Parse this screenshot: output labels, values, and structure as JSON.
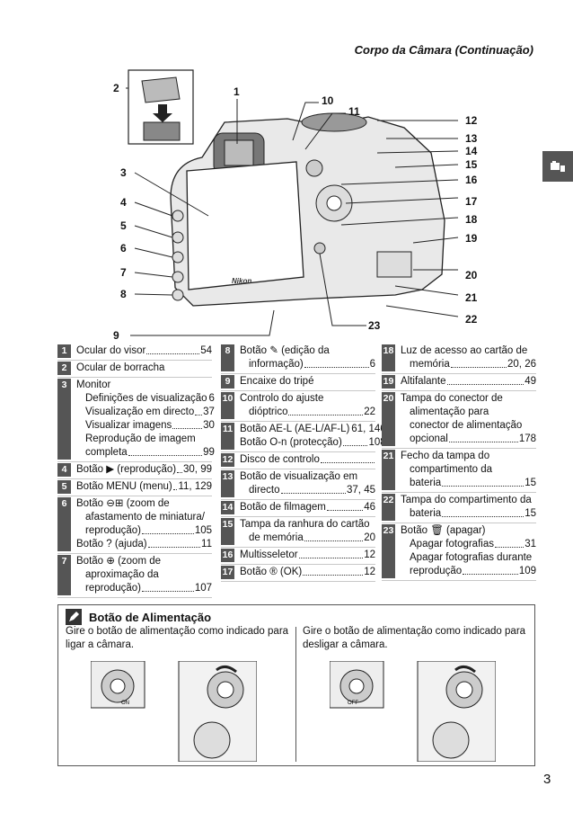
{
  "header": "Corpo da Câmara (Continuação)",
  "page_number": "3",
  "callouts": [
    "1",
    "2",
    "3",
    "4",
    "5",
    "6",
    "7",
    "8",
    "9",
    "10",
    "11",
    "12",
    "13",
    "14",
    "15",
    "16",
    "17",
    "18",
    "19",
    "20",
    "21",
    "22",
    "23"
  ],
  "camera_brand": "Nikon",
  "columns": [
    [
      {
        "n": "1",
        "lines": [
          {
            "t": "Ocular do visor",
            "p": "54"
          }
        ]
      },
      {
        "n": "2",
        "lines": [
          {
            "t": "Ocular de borracha"
          }
        ]
      },
      {
        "n": "3",
        "lines": [
          {
            "t": "Monitor"
          },
          {
            "t": "Definições de visualização",
            "p": "6",
            "ind": 1
          },
          {
            "t": "Visualização em directo",
            "p": "37",
            "ind": 1
          },
          {
            "t": "Visualizar imagens",
            "p": "30",
            "ind": 1
          },
          {
            "t": "Reprodução de imagem",
            "ind": 1
          },
          {
            "t": "completa",
            "p": "99",
            "ind": 1
          }
        ]
      },
      {
        "n": "4",
        "lines": [
          {
            "t": "Botão ▶ (reprodução)",
            "p": "30, 99"
          }
        ]
      },
      {
        "n": "5",
        "lines": [
          {
            "t": "Botão MENU (menu)",
            "p": "11, 129"
          }
        ]
      },
      {
        "n": "6",
        "lines": [
          {
            "t": "Botão ⊖⊞ (zoom de"
          },
          {
            "t": "afastamento de miniatura/",
            "ind": 1
          },
          {
            "t": "reprodução)",
            "p": "105",
            "ind": 1
          },
          {
            "t": "Botão ? (ajuda)",
            "p": "11"
          }
        ]
      },
      {
        "n": "7",
        "lines": [
          {
            "t": "Botão ⊕ (zoom de"
          },
          {
            "t": "aproximação da",
            "ind": 1
          },
          {
            "t": "reprodução)",
            "p": "107",
            "ind": 1
          }
        ]
      }
    ],
    [
      {
        "n": "8",
        "lines": [
          {
            "t": "Botão ✎ (edição da"
          },
          {
            "t": "informação)",
            "p": "6",
            "ind": 1
          }
        ]
      },
      {
        "n": "9",
        "lines": [
          {
            "t": "Encaixe do tripé"
          }
        ]
      },
      {
        "n": "10",
        "lines": [
          {
            "t": "Controlo do ajuste"
          },
          {
            "t": "dióptrico",
            "p": "22",
            "ind": 1
          }
        ]
      },
      {
        "n": "11",
        "lines": [
          {
            "t": "Botão AE-L (AE-L/AF-L)",
            "p": "61, 146"
          },
          {
            "t": "Botão O-n (protecção)",
            "p": "108"
          }
        ]
      },
      {
        "n": "12",
        "lines": [
          {
            "t": "Disco de controlo",
            "p": ""
          }
        ]
      },
      {
        "n": "13",
        "lines": [
          {
            "t": "Botão de visualização em"
          },
          {
            "t": "directo",
            "p": "37, 45",
            "ind": 1
          }
        ]
      },
      {
        "n": "14",
        "lines": [
          {
            "t": "Botão de filmagem",
            "p": "46"
          }
        ]
      },
      {
        "n": "15",
        "lines": [
          {
            "t": "Tampa da ranhura do cartão"
          },
          {
            "t": "de memória",
            "p": "20",
            "ind": 1
          }
        ]
      },
      {
        "n": "16",
        "lines": [
          {
            "t": "Multisseletor",
            "p": "12"
          }
        ]
      },
      {
        "n": "17",
        "lines": [
          {
            "t": "Botão ® (OK)",
            "p": "12"
          }
        ]
      }
    ],
    [
      {
        "n": "18",
        "lines": [
          {
            "t": "Luz de acesso ao cartão de"
          },
          {
            "t": "memória",
            "p": "20, 26",
            "ind": 1
          }
        ]
      },
      {
        "n": "19",
        "lines": [
          {
            "t": "Altifalante",
            "p": "49"
          }
        ]
      },
      {
        "n": "20",
        "lines": [
          {
            "t": "Tampa do conector de"
          },
          {
            "t": "alimentação para",
            "ind": 1
          },
          {
            "t": "conector de alimentação",
            "ind": 1
          },
          {
            "t": "opcional",
            "p": "178",
            "ind": 1
          }
        ]
      },
      {
        "n": "21",
        "lines": [
          {
            "t": "Fecho da tampa do"
          },
          {
            "t": "compartimento da",
            "ind": 1
          },
          {
            "t": "bateria",
            "p": "15",
            "ind": 1
          }
        ]
      },
      {
        "n": "22",
        "lines": [
          {
            "t": "Tampa do compartimento da"
          },
          {
            "t": "bateria",
            "p": "15",
            "ind": 1
          }
        ]
      },
      {
        "n": "23",
        "lines": [
          {
            "t": "Botão 🗑 (apagar)"
          },
          {
            "t": "Apagar fotografias",
            "p": "31",
            "ind": 1
          },
          {
            "t": "Apagar fotografias durante",
            "ind": 1
          },
          {
            "t": "reprodução",
            "p": "109",
            "ind": 1
          }
        ]
      }
    ]
  ],
  "note": {
    "title": "Botão de Alimentação",
    "left": "Gire o botão de alimentação como indicado para ligar a câmara.",
    "right": "Gire o botão de alimentação como indicado para desligar a câmara.",
    "switch_on": "ON",
    "switch_off": "OFF"
  }
}
